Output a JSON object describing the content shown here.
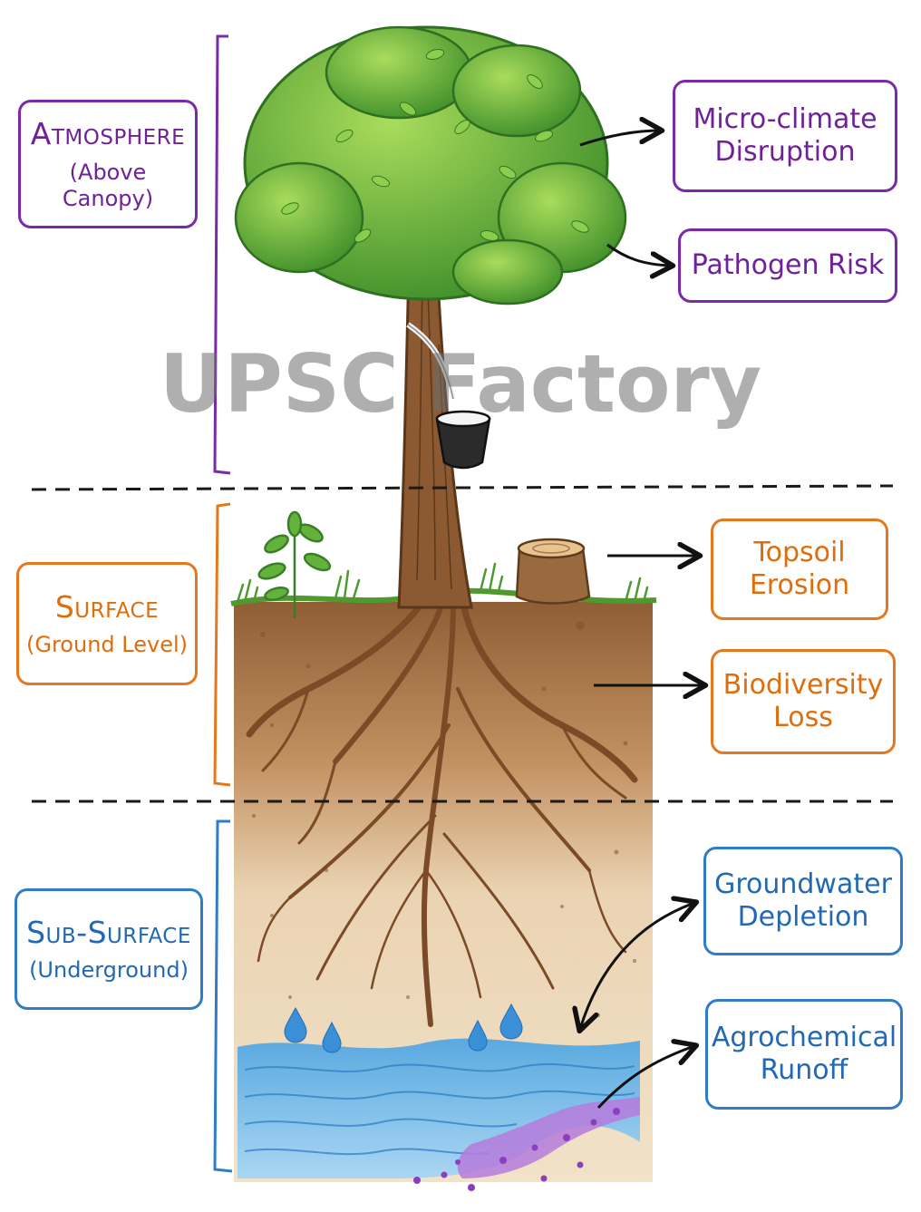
{
  "zones": {
    "atmosphere": {
      "title": "Atmosphere",
      "subtitle": "(Above Canopy)",
      "color": "#7a2aa8"
    },
    "surface": {
      "title": "Surface",
      "subtitle": "(Ground Level)",
      "color": "#e5781c"
    },
    "subsurface": {
      "title": "Sub-Surface",
      "subtitle": "(Underground)",
      "color": "#2f7cc7"
    }
  },
  "impacts": {
    "microclimate": [
      "Micro-climate",
      "Disruption"
    ],
    "pathogen": [
      "Pathogen Risk"
    ],
    "topsoil": [
      "Topsoil",
      "Erosion"
    ],
    "biodiversity": [
      "Biodiversity",
      "Loss"
    ],
    "groundwater": [
      "Groundwater",
      "Depletion"
    ],
    "agrochemical": [
      "Agrochemical",
      "Runoff"
    ]
  },
  "watermark": "UPSC Factory",
  "colors": {
    "leaf": "#5fae3a",
    "trunk": "#8b5a32",
    "soil_top": "#9a6a3f",
    "soil_bottom": "#efdcc0",
    "water": "#7fbfe8",
    "chemical": "#a76bd0"
  }
}
